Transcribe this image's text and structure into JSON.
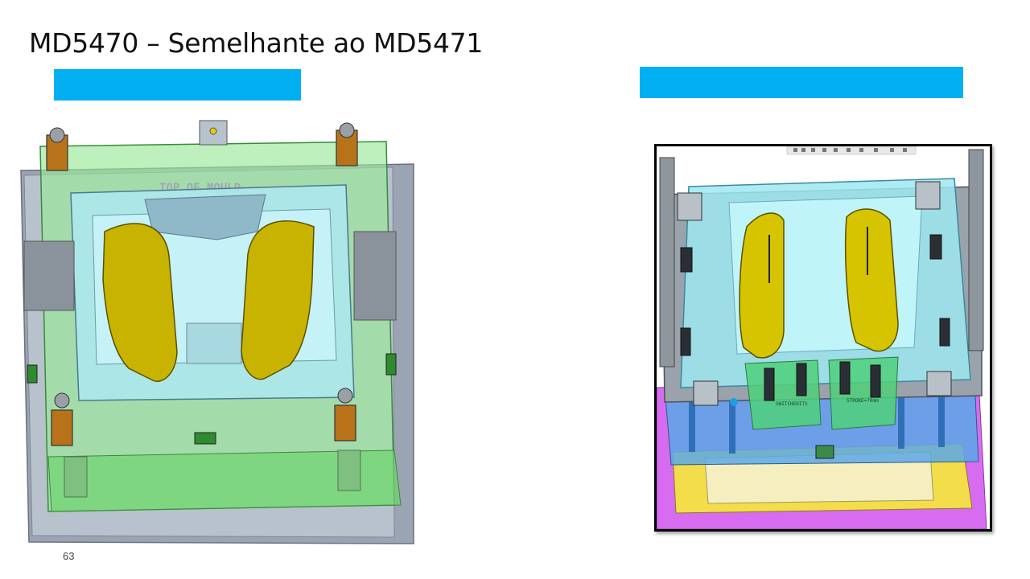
{
  "slide": {
    "title": "MD5470 – Semelhante ao MD5471",
    "page_number": "63",
    "accent_color": "#00b0f0"
  },
  "images": {
    "left": {
      "engraved_text": "TOP OF MOULD"
    },
    "right": {
      "engraved_text_1": "SWITCHEDITS",
      "engraved_text_2": "STROKE=70mm"
    }
  }
}
